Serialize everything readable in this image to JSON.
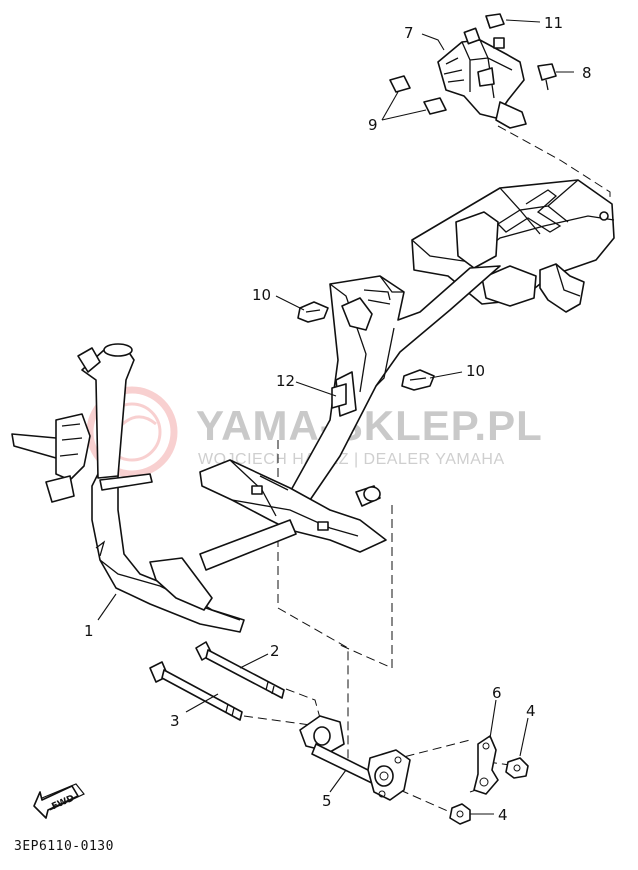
{
  "diagram": {
    "drawing_code": "3EP6110-0130",
    "watermark": {
      "brand": "YAMA-SKLEP.PL",
      "subtitle": "WOJCIECH HAREZ | DEALER YAMAHA"
    },
    "fwd_label": "FWD",
    "callouts": {
      "c1": "1",
      "c2": "2",
      "c3": "3",
      "c4a": "4",
      "c4b": "4",
      "c5": "5",
      "c6": "6",
      "c7": "7",
      "c8": "8",
      "c9": "9",
      "c10a": "10",
      "c10b": "10",
      "c11": "11",
      "c12": "12"
    }
  }
}
